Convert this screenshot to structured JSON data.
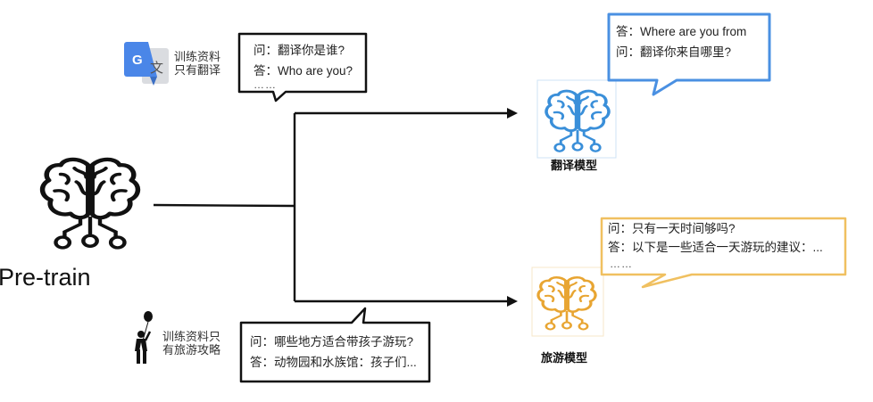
{
  "pretrain": {
    "label": "Pre-train"
  },
  "translation_source": {
    "icon": "google-translate-icon",
    "label_line1": "训练资料",
    "label_line2": "只有翻译",
    "q": "问：翻译你是谁?",
    "a": "答：Who are you?",
    "ellipsis": "……"
  },
  "translation_model": {
    "icon": "brain-icon",
    "color": "#3a8fd9",
    "name": "翻译模型",
    "a": "答：Where are you from",
    "q": "问：翻译你来自哪里?"
  },
  "travel_source": {
    "icon": "person-with-balloon-icon",
    "label_line1": "训练资料只",
    "label_line2": "有旅游攻略",
    "q": "问：哪些地方适合带孩子游玩?",
    "a": "答：动物园和水族馆：孩子们..."
  },
  "travel_model": {
    "icon": "brain-icon",
    "color": "#e8a532",
    "name": "旅游模型",
    "q": "问：只有一天时间够吗?",
    "a": "答：以下是一些适合一天游玩的建议：...",
    "ellipsis": "……"
  }
}
